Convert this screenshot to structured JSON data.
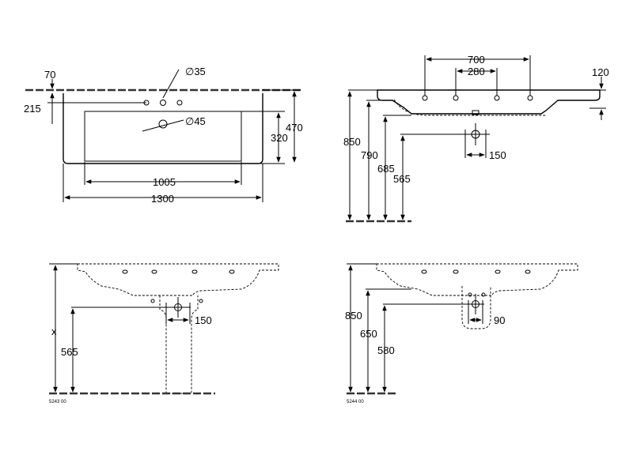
{
  "top_view": {
    "dims": {
      "d1": "70",
      "d2": "215",
      "d3": "1005",
      "d4": "1300",
      "d5": "320",
      "d6": "470"
    },
    "holes": {
      "tap_hole": "∅35",
      "drain": "∅45"
    }
  },
  "side_view": {
    "dims": {
      "d1": "700",
      "d2": "280",
      "d3": "120",
      "d4": "850",
      "d5": "790",
      "d6": "685",
      "d7": "565",
      "d8": "150"
    }
  },
  "front_view_pedestal": {
    "dims": {
      "d1": "x",
      "d2": "565",
      "d3": "150"
    },
    "code": "5243 00"
  },
  "front_view_half_pedestal": {
    "dims": {
      "d1": "850",
      "d2": "650",
      "d3": "580",
      "d4": "90"
    },
    "code": "5244 00"
  }
}
